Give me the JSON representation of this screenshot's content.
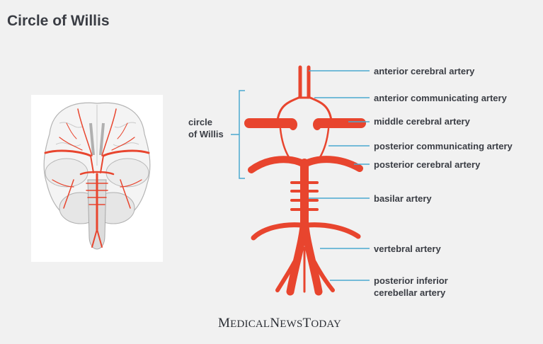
{
  "page": {
    "title": "Circle of Willis"
  },
  "labels": {
    "circle_of_willis_line1": "circle",
    "circle_of_willis_line2": "of Willis",
    "anterior_cerebral": "anterior cerebral artery",
    "anterior_communicating": "anterior communicating artery",
    "middle_cerebral": "middle cerebral artery",
    "posterior_communicating": "posterior communicating artery",
    "posterior_cerebral": "posterior cerebral artery",
    "basilar": "basilar artery",
    "vertebral": "vertebral artery",
    "pica_line1": "posterior inferior",
    "pica_line2": "cerebellar artery"
  },
  "brand": {
    "first_initial": "M",
    "first_rest": "EDICAL",
    "second_initial": "N",
    "second_rest": "EWS",
    "third_initial": "T",
    "third_rest": "ODAY"
  },
  "colors": {
    "artery": "#e8452e",
    "leader": "#4ba9cf",
    "text": "#3a3d44",
    "background": "#f1f1f1"
  }
}
